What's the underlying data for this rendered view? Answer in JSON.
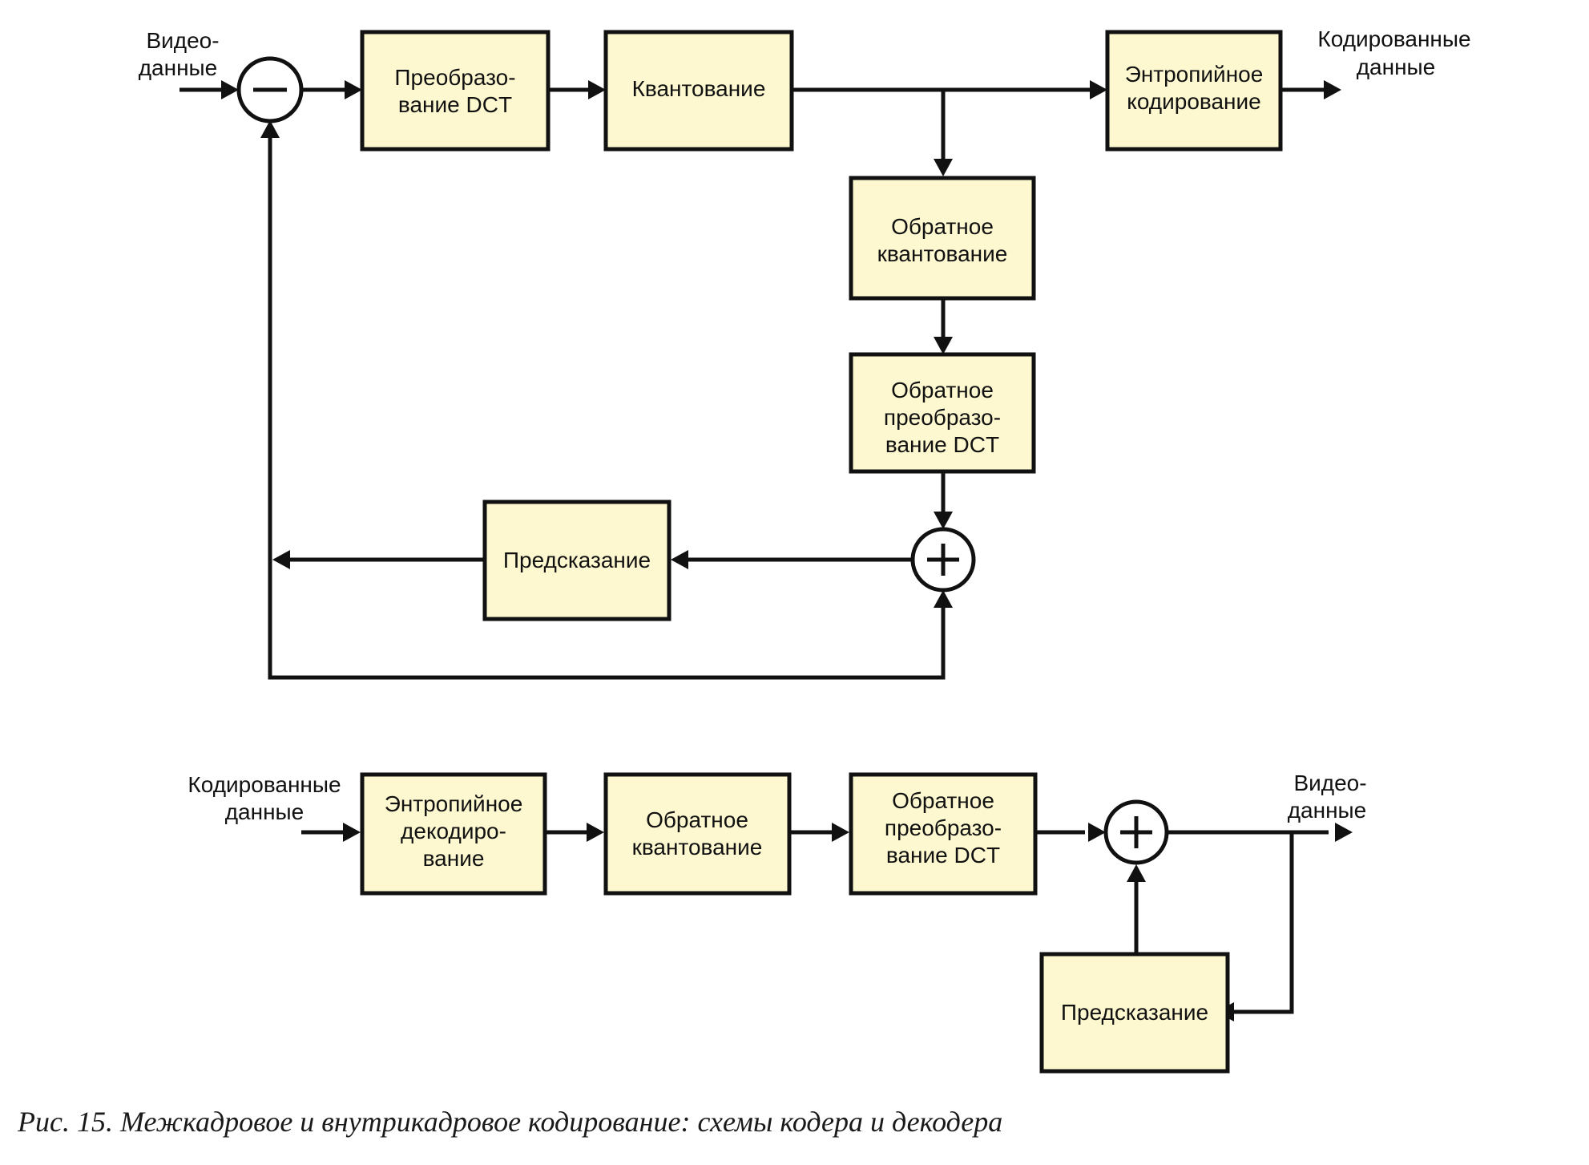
{
  "encoder": {
    "input_label": [
      "Видео-",
      "данные"
    ],
    "output_label": [
      "Кодированные",
      "данные"
    ],
    "blocks": {
      "dct": [
        "Преобразо-",
        "вание DCT"
      ],
      "quant": [
        "Квантование"
      ],
      "entropy": [
        "Энтропийное",
        "кодирование"
      ],
      "inv_quant": [
        "Обратное",
        "квантование"
      ],
      "inv_dct": [
        "Обратное",
        "преобразо-",
        "вание DCT"
      ],
      "prediction": [
        "Предсказание"
      ]
    },
    "junctions": {
      "subtract": "minus",
      "add": "plus"
    }
  },
  "decoder": {
    "input_label": [
      "Кодированные",
      "данные"
    ],
    "output_label": [
      "Видео-",
      "данные"
    ],
    "blocks": {
      "entropy": [
        "Энтропийное",
        "декодиро-",
        "вание"
      ],
      "inv_quant": [
        "Обратное",
        "квантование"
      ],
      "inv_dct": [
        "Обратное",
        "преобразо-",
        "вание DCT"
      ],
      "prediction": [
        "Предсказание"
      ]
    },
    "junctions": {
      "add": "plus"
    }
  },
  "caption": "Рис. 15. Межкадровое и внутрикадровое кодирование: схемы кодера и декодера",
  "colors": {
    "block_fill": "#fdf8cf",
    "line": "#111111"
  }
}
